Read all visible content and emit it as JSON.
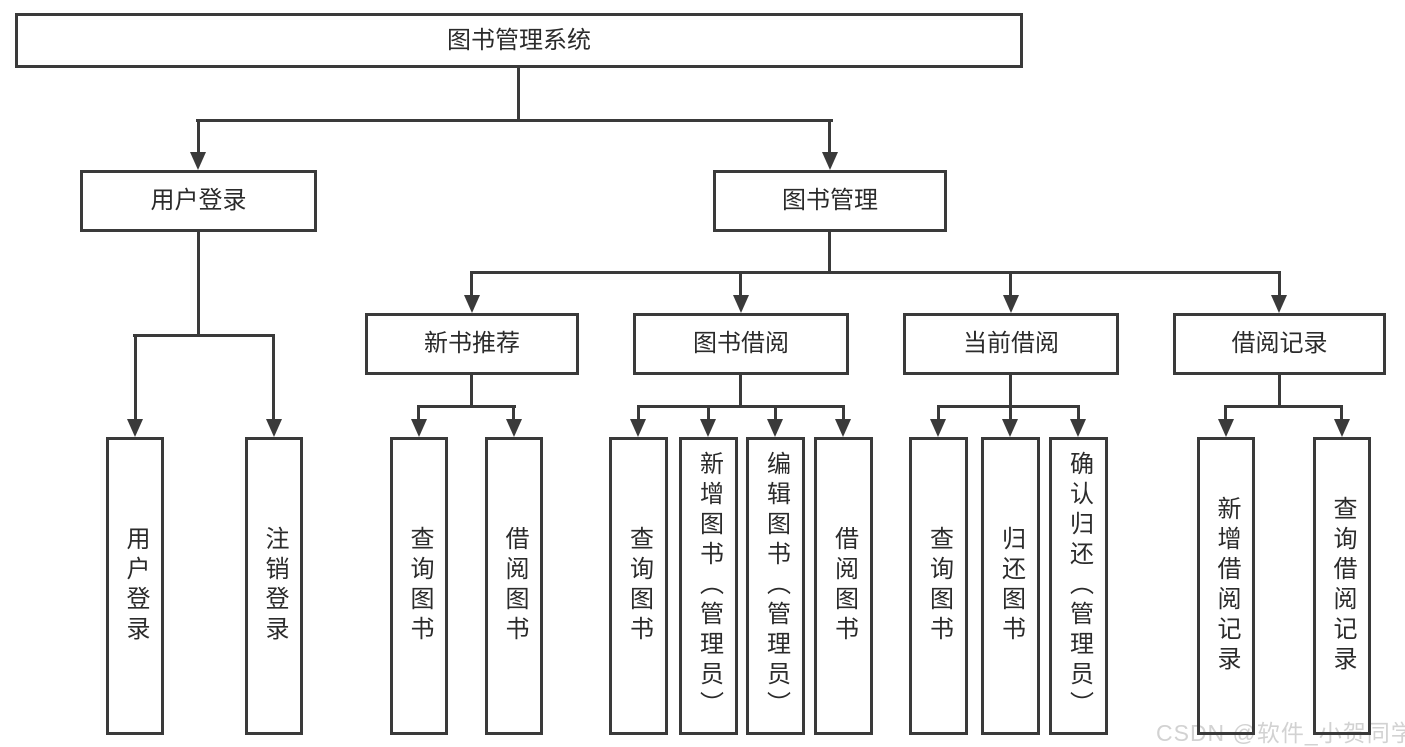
{
  "diagram": {
    "title": "图书管理系统",
    "level2": [
      {
        "label": "用户登录",
        "children": [
          {
            "label": "用户登录"
          },
          {
            "label": "注销登录"
          }
        ]
      },
      {
        "label": "图书管理",
        "children": [
          {
            "label": "新书推荐",
            "children": [
              {
                "label": "查询图书"
              },
              {
                "label": "借阅图书"
              }
            ]
          },
          {
            "label": "图书借阅",
            "children": [
              {
                "label": "查询图书"
              },
              {
                "label": "新增图书（管理员）"
              },
              {
                "label": "编辑图书（管理员）"
              },
              {
                "label": "借阅图书"
              }
            ]
          },
          {
            "label": "当前借阅",
            "children": [
              {
                "label": "查询图书"
              },
              {
                "label": "归还图书"
              },
              {
                "label": "确认归还（管理员）"
              }
            ]
          },
          {
            "label": "借阅记录",
            "children": [
              {
                "label": "新增借阅记录"
              },
              {
                "label": "查询借阅记录"
              }
            ]
          }
        ]
      }
    ]
  },
  "watermark": {
    "text": "CSDN @软件_小贺同学"
  },
  "colors": {
    "line": "#3a3a3a",
    "text": "#2b2b2b",
    "box_background": "#ffffff",
    "page_background": "#ffffff",
    "watermark": "#d2d2d2"
  }
}
